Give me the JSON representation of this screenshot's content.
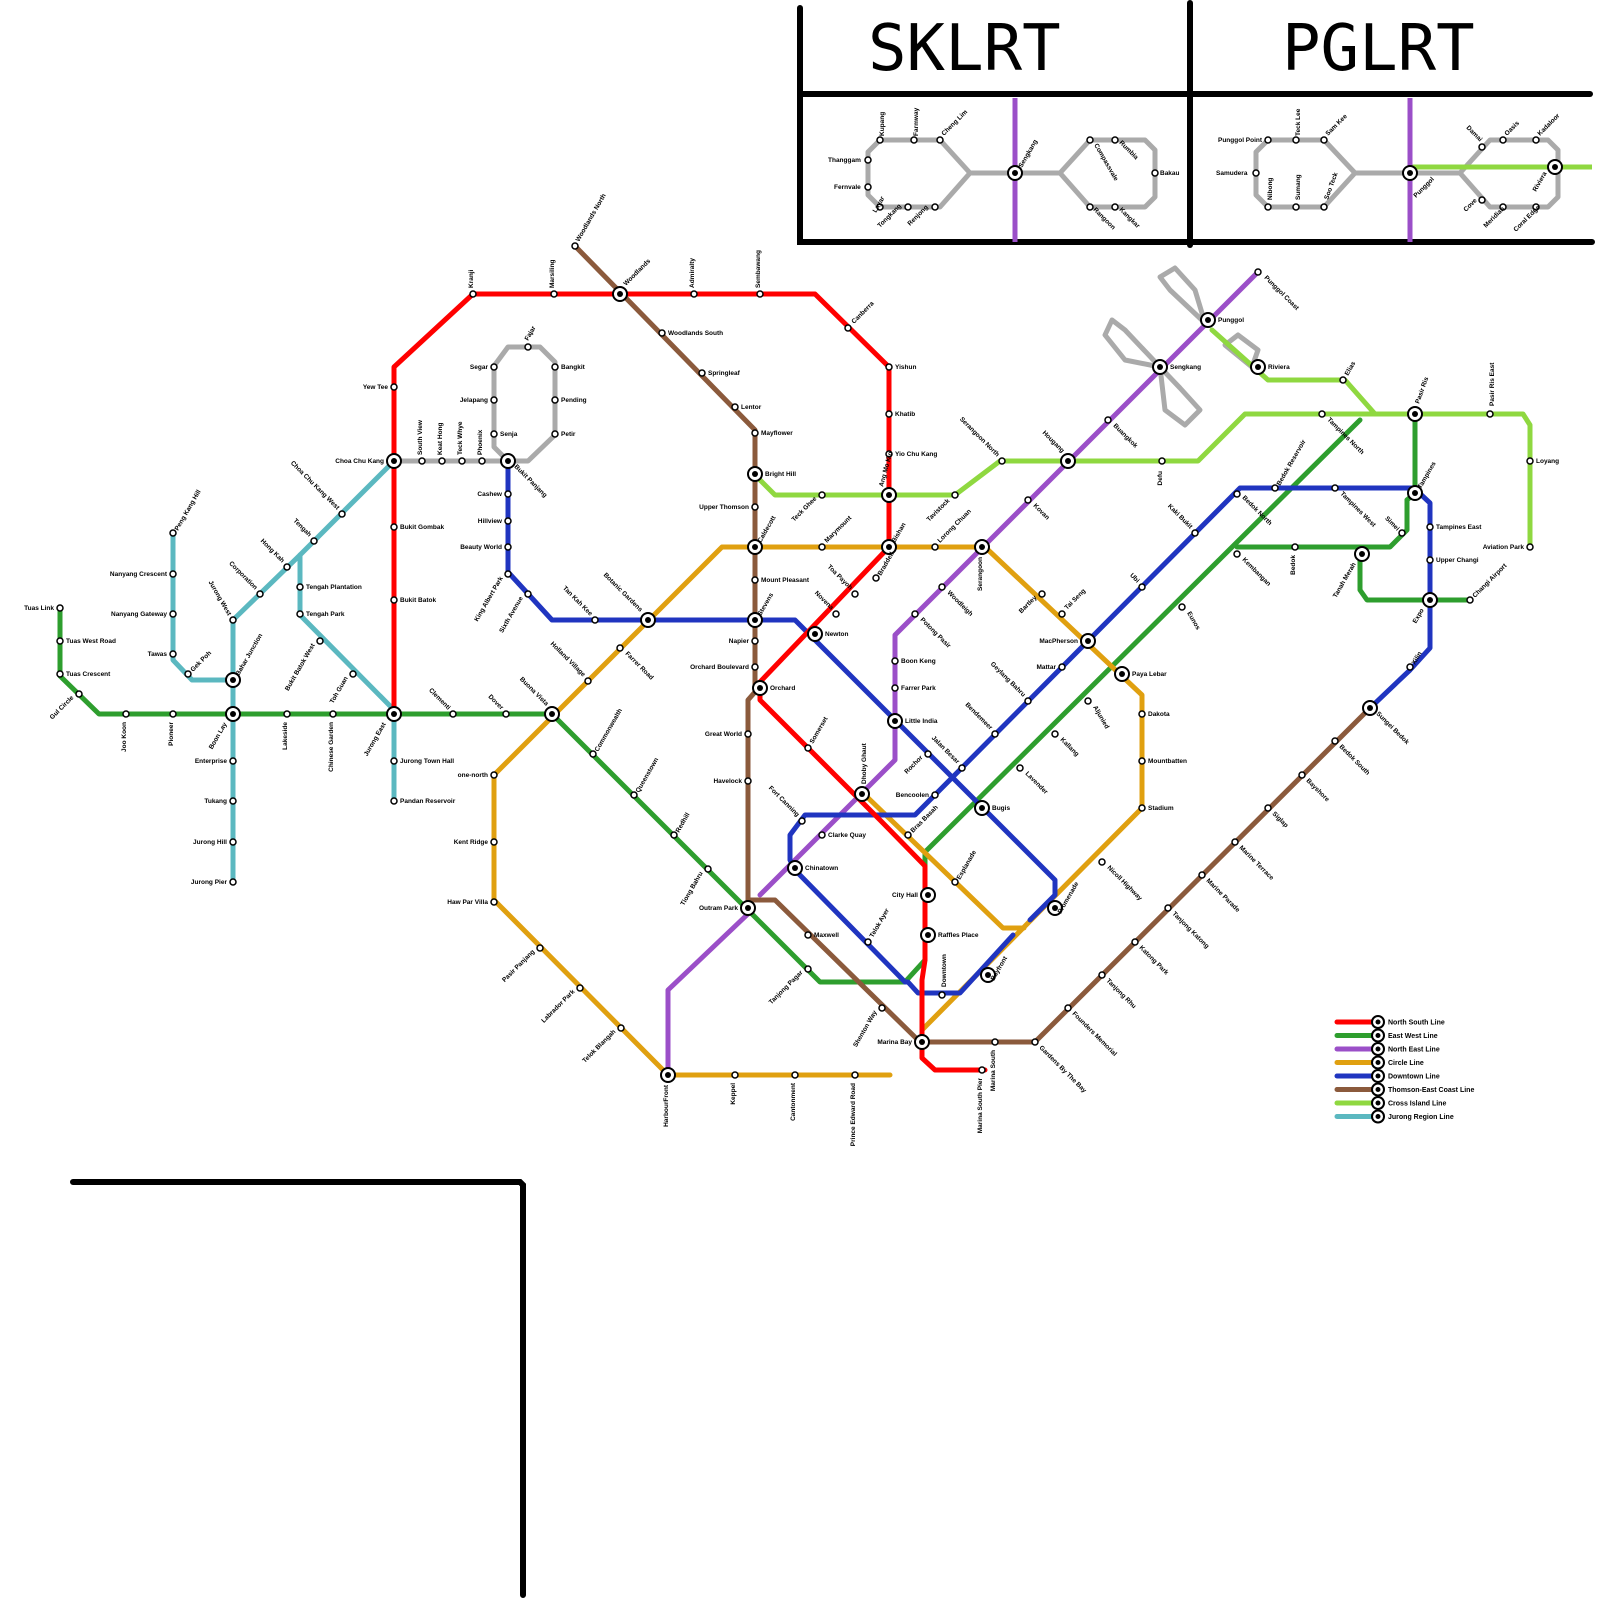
{
  "lrt_panels": {
    "sklrt_title": "SKLRT",
    "pglrt_title": "PGLRT",
    "sklrt_stations": [
      "Kupang",
      "Cheng Lim",
      "Farmway",
      "Thanggam",
      "Fernvale",
      "Layar",
      "Tongkang",
      "Renjong",
      "Sengkang",
      "Compassvale",
      "Rumbia",
      "Bakau",
      "Rangoon",
      "Kangkar"
    ],
    "pglrt_stations": [
      "Punggol Point",
      "Teck Lee",
      "Sam Kee",
      "Samudera",
      "Nibong",
      "Sumang",
      "Soo Teck",
      "Punggol",
      "Damai",
      "Oasis",
      "Kadaloor",
      "Riviera",
      "Cove",
      "Meridian",
      "Coral Edge"
    ]
  },
  "legend": [
    {
      "label": "North South Line",
      "color": "#ff0000"
    },
    {
      "label": "East West Line",
      "color": "#2e9e2e"
    },
    {
      "label": "North East Line",
      "color": "#9b4fc8"
    },
    {
      "label": "Circle Line",
      "color": "#e0a010"
    },
    {
      "label": "Downtown Line",
      "color": "#2035c0"
    },
    {
      "label": "Thomson-East Coast Line",
      "color": "#8b5a3c"
    },
    {
      "label": "Cross Island Line",
      "color": "#8fd840"
    },
    {
      "label": "Jurong Region Line",
      "color": "#5bb8c0"
    }
  ],
  "stations": {
    "kranji": "Kranji",
    "marsiling": "Marsiling",
    "woodlands": "Woodlands",
    "woodlands_north": "Woodlands North",
    "admiralty": "Admiralty",
    "sembawang": "Sembawang",
    "canberra": "Canberra",
    "yishun": "Yishun",
    "khatib": "Khatib",
    "yio_chu_kang": "Yio Chu Kang",
    "ang_mo_kio": "Ang Mo Kio",
    "bishan": "Bishan",
    "braddell": "Braddell",
    "toa_payoh": "Toa Payoh",
    "novena": "Novena",
    "newton": "Newton",
    "orchard": "Orchard",
    "somerset": "Somerset",
    "dhoby_ghaut": "Dhoby Ghaut",
    "city_hall": "City Hall",
    "raffles_place": "Raffles Place",
    "marina_bay": "Marina Bay",
    "marina_south_pier": "Marina South Pier",
    "yew_tee": "Yew Tee",
    "choa_chu_kang": "Choa Chu Kang",
    "bukit_gombak": "Bukit Gombak",
    "bukit_batok": "Bukit Batok",
    "jurong_east": "Jurong East",
    "woodlands_south": "Woodlands South",
    "springleaf": "Springleaf",
    "lentor": "Lentor",
    "mayflower": "Mayflower",
    "bright_hill": "Bright Hill",
    "upper_thomson": "Upper Thomson",
    "caldecott": "Caldecott",
    "mount_pleasant": "Mount Pleasant",
    "stevens": "Stevens",
    "napier": "Napier",
    "orchard_boulevard": "Orchard Boulevard",
    "great_world": "Great World",
    "havelock": "Havelock",
    "outram_park": "Outram Park",
    "maxwell": "Maxwell",
    "shenton_way": "Shenton Way",
    "marina_south": "Marina South",
    "gardens_by_the_bay": "Gardens By The Bay",
    "founders_memorial": "Founders Memorial",
    "tanjong_rhu": "Tanjong Rhu",
    "katong_park": "Katong Park",
    "tanjong_katong": "Tanjong Katong",
    "marine_parade": "Marine Parade",
    "marine_terrace": "Marine Terrace",
    "siglap": "Siglap",
    "bayshore": "Bayshore",
    "bedok_south": "Bedok South",
    "sungei_bedok": "Sungei Bedok",
    "tuas_link": "Tuas Link",
    "tuas_west_road": "Tuas West Road",
    "tuas_crescent": "Tuas Crescent",
    "gul_circle": "Gul Circle",
    "joo_koon": "Joo Koon",
    "pioneer": "Pioneer",
    "boon_lay": "Boon Lay",
    "lakeside": "Lakeside",
    "chinese_garden": "Chinese Garden",
    "clementi": "Clementi",
    "dover": "Dover",
    "buona_vista": "Buona Vista",
    "commonwealth": "Commonwealth",
    "queenstown": "Queenstown",
    "redhill": "Redhill",
    "tiong_bahru": "Tiong Bahru",
    "tanjong_pagar": "Tanjong Pagar",
    "bugis": "Bugis",
    "lavender": "Lavender",
    "kallang": "Kallang",
    "aljunied": "Aljunied",
    "paya_lebar": "Paya Lebar",
    "eunos": "Eunos",
    "kembangan": "Kembangan",
    "bedok": "Bedok",
    "tanah_merah": "Tanah Merah",
    "simei": "Simei",
    "tampines": "Tampines",
    "pasir_ris": "Pasir Ris",
    "expo": "Expo",
    "changi_airport": "Changi Airport",
    "harbourfront": "HarbourFront",
    "chinatown": "Chinatown",
    "clarke_quay": "Clarke Quay",
    "little_india": "Little India",
    "farrer_park": "Farrer Park",
    "boon_keng": "Boon Keng",
    "potong_pasir": "Potong Pasir",
    "woodleigh": "Woodleigh",
    "serangoon": "Serangoon",
    "kovan": "Kovan",
    "hougang": "Hougang",
    "buangkok": "Buangkok",
    "sengkang": "Sengkang",
    "punggol": "Punggol",
    "punggol_coast": "Punggol Coast",
    "bras_basah": "Bras Basah",
    "esplanade": "Esplanade",
    "promenade": "Promenade",
    "nicoll_highway": "Nicoll Highway",
    "stadium": "Stadium",
    "mountbatten": "Mountbatten",
    "dakota": "Dakota",
    "macpherson": "MacPherson",
    "tai_seng": "Tai Seng",
    "bartley": "Bartley",
    "lorong_chuan": "Lorong Chuan",
    "marymount": "Marymount",
    "botanic_gardens": "Botanic Gardens",
    "farrer_road": "Farrer Road",
    "holland_village": "Holland Village",
    "one_north": "one-north",
    "kent_ridge": "Kent Ridge",
    "haw_par_villa": "Haw Par Villa",
    "pasir_panjang": "Pasir Panjang",
    "labrador_park": "Labrador Park",
    "telok_blangah": "Telok Blangah",
    "keppel": "Keppel",
    "cantonment": "Cantonment",
    "prince_edward_road": "Prince Edward Road",
    "bayfront": "Bayfront",
    "bukit_panjang": "Bukit Panjang",
    "cashew": "Cashew",
    "hillview": "Hillview",
    "beauty_world": "Beauty World",
    "king_albert_park": "King Albert Park",
    "sixth_avenue": "Sixth Avenue",
    "tan_kah_kee": "Tan Kah Kee",
    "rochor": "Rochor",
    "jalan_besar": "Jalan Besar",
    "bencoolen": "Bencoolen",
    "fort_canning": "Fort Canning",
    "telok_ayer": "Telok Ayer",
    "downtown": "Downtown",
    "mattar": "Mattar",
    "geylang_bahru": "Geylang Bahru",
    "bendemeer": "Bendemeer",
    "ubi": "Ubi",
    "kaki_bukit": "Kaki Bukit",
    "bedok_north": "Bedok North",
    "bedok_reservoir": "Bedok Reservoir",
    "tampines_west": "Tampines West",
    "tampines_east": "Tampines East",
    "upper_changi": "Upper Changi",
    "xilin": "Xilin",
    "teck_ghee": "Teck Ghee",
    "tavistock": "Tavistock",
    "serangoon_north": "Serangoon North",
    "defu": "Defu",
    "tampines_north": "Tampines North",
    "pasir_ris_east": "Pasir Ris East",
    "loyang": "Loyang",
    "aviation_park": "Aviation Park",
    "riviera": "Riviera",
    "elias": "Elias",
    "south_view": "South View",
    "keat_hong": "Keat Hong",
    "teck_whye": "Teck Whye",
    "phoenix": "Phoenix",
    "senja": "Senja",
    "jelapang": "Jelapang",
    "segar": "Segar",
    "fajar": "Fajar",
    "bangkit": "Bangkit",
    "pending": "Pending",
    "petir": "Petir",
    "choa_chu_kang_west": "Choa Chu Kang West",
    "tengah": "Tengah",
    "hong_kah": "Hong Kah",
    "corporation": "Corporation",
    "jurong_west": "Jurong West",
    "bahar_junction": "Bahar Junction",
    "gek_poh": "Gek Poh",
    "tawas": "Tawas",
    "nanyang_gateway": "Nanyang Gateway",
    "nanyang_crescent": "Nanyang Crescent",
    "peng_kang_hill": "Peng Kang Hill",
    "enterprise": "Enterprise",
    "tukang": "Tukang",
    "jurong_hill": "Jurong Hill",
    "jurong_pier": "Jurong Pier",
    "tengah_plantation": "Tengah Plantation",
    "tengah_park": "Tengah Park",
    "bukit_batok_west": "Bukit Batok West",
    "toh_guan": "Toh Guan",
    "jurong_town_hall": "Jurong Town Hall",
    "pandan_reservoir": "Pandan Reservoir"
  }
}
